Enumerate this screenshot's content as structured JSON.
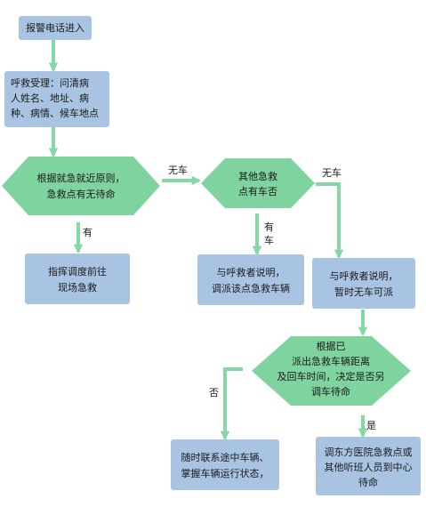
{
  "colors": {
    "box_fill": "#a9c4e2",
    "decision_fill": "#7fd39f",
    "arrow": "#86d7a5",
    "text": "#1a1a1a"
  },
  "nodes": {
    "alarm_call": "报警电话进入",
    "intake": [
      "呼救受理：问清病",
      "人姓名、地址、病",
      "种、病情、候车地点"
    ],
    "nearest_decision": [
      "根据就急就近原则，",
      "急救点有无待命"
    ],
    "other_decision": [
      "其他急救",
      "点有车否"
    ],
    "dispatch_scene": [
      "指挥调度前往",
      "现场急救"
    ],
    "explain_dispatch": [
      "与呼救者说明，",
      "调派该点急救车辆"
    ],
    "explain_none": [
      "与呼救者说明，",
      "暂时无车可派"
    ],
    "distance_decision": [
      "根据已",
      "派出急救车辆距离",
      "及回车时间，决定是否另",
      "调车待命"
    ],
    "contact_vehicles": [
      "随时联系途中车辆、",
      "掌握车辆运行状态，"
    ],
    "other_hospital": [
      "调东方医院急救点或",
      "其他听班人员到中心",
      "待命"
    ]
  },
  "edge_labels": {
    "no_car_1": "无车",
    "no_car_2": "无车",
    "has_1": "有",
    "has_car": [
      "有",
      "车"
    ],
    "no": "否",
    "yes": "是"
  }
}
